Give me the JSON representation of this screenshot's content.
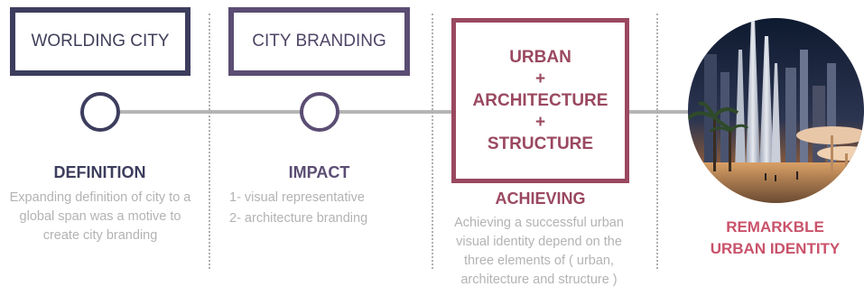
{
  "steps": {
    "worlding_city": {
      "box_label": "WORLDING CITY",
      "heading": "DEFINITION",
      "text": "Expanding definition of city to a global span was a motive to create city branding"
    },
    "city_branding": {
      "box_label": "CITY BRANDING",
      "heading": "IMPACT",
      "items": [
        "1- visual representative",
        "2- architecture branding"
      ]
    },
    "elements": {
      "line1": "URBAN",
      "plus1": "+",
      "line2": "ARCHITECTURE",
      "plus2": "+",
      "line3": "STRUCTURE",
      "heading": "ACHIEVING",
      "text": "Achieving a successful urban visual identity depend on the three elements of ( urban, architecture and structure )"
    },
    "result": {
      "line1": "REMARKBLE",
      "line2": "URBAN IDENTITY"
    }
  },
  "colors": {
    "dark_navy": "#3d3d5e",
    "purple": "#5b4d73",
    "rose": "#9a4860",
    "pink_text": "#c9526a",
    "gray_text": "#b3b3b3",
    "connector": "#b5b5b5"
  },
  "image": {
    "subject": "city-skyline-photo"
  }
}
